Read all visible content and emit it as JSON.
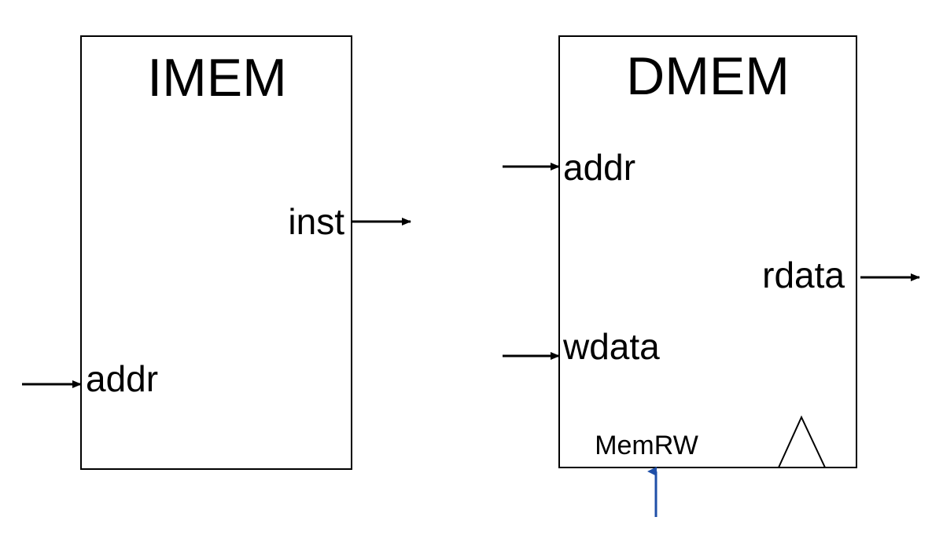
{
  "imem": {
    "title": "IMEM",
    "addr_label": "addr",
    "inst_label": "inst"
  },
  "dmem": {
    "title": "DMEM",
    "addr_label": "addr",
    "wdata_label": "wdata",
    "rdata_label": "rdata",
    "memrw_label": "MemRW"
  },
  "colors": {
    "stroke": "#000000",
    "control_arrow": "#1f4fa8"
  }
}
